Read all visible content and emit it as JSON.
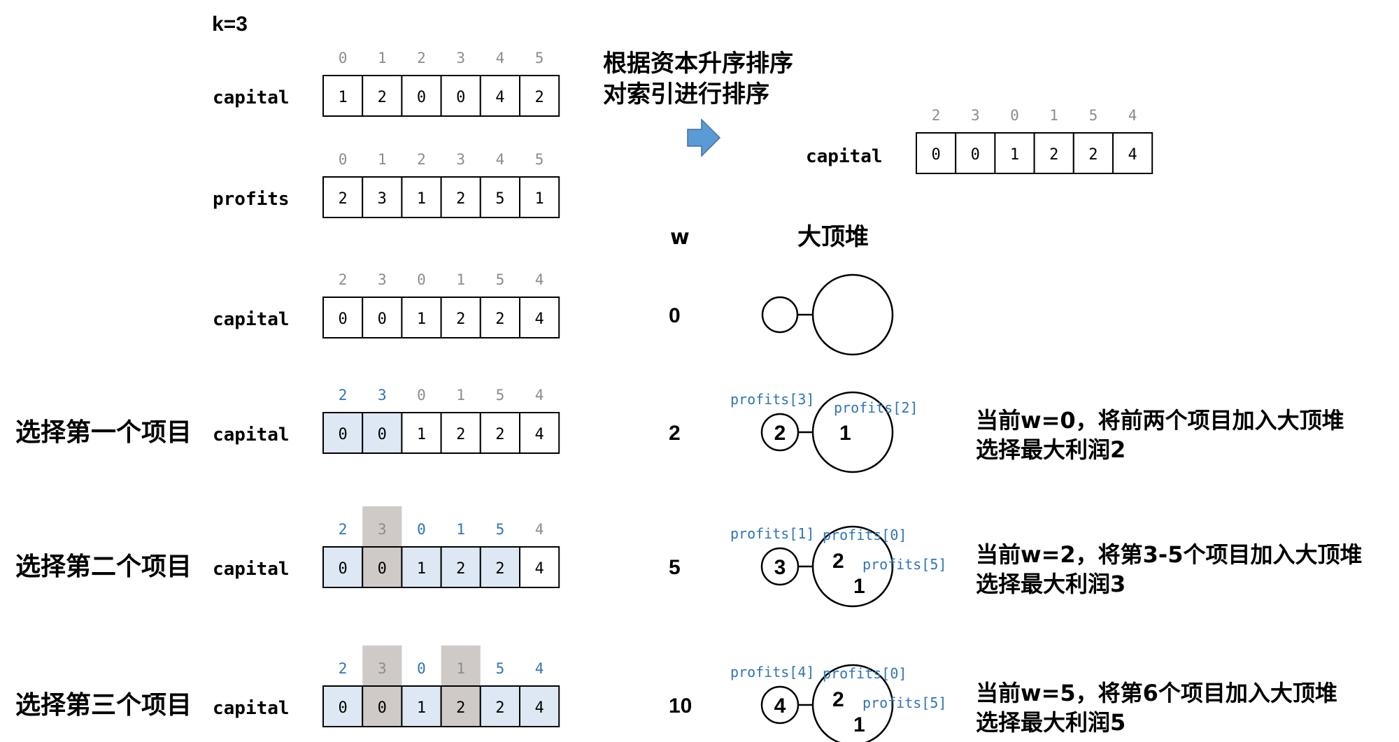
{
  "header": {
    "k_label": "k=3"
  },
  "sort_note": {
    "line1": "根据资本升序排序",
    "line2": "对索引进行排序"
  },
  "column_titles": {
    "w": "w",
    "heap": "大顶堆"
  },
  "colors": {
    "highlight_blue": "#dde8f4",
    "used_gray": "#cfcac8",
    "index_blue": "#2e75b6",
    "index_gray": "#8c8c8c",
    "arrow_blue": "#5b9bd5"
  },
  "rows": [
    {
      "label": "capital",
      "indices": [
        "0",
        "1",
        "2",
        "3",
        "4",
        "5"
      ],
      "values": [
        "1",
        "2",
        "0",
        "0",
        "4",
        "2"
      ],
      "cell_states": [
        "none",
        "none",
        "none",
        "none",
        "none",
        "none"
      ],
      "index_colors": [
        "gray",
        "gray",
        "gray",
        "gray",
        "gray",
        "gray"
      ]
    },
    {
      "label": "profits",
      "indices": [
        "0",
        "1",
        "2",
        "3",
        "4",
        "5"
      ],
      "values": [
        "2",
        "3",
        "1",
        "2",
        "5",
        "1"
      ],
      "cell_states": [
        "none",
        "none",
        "none",
        "none",
        "none",
        "none"
      ],
      "index_colors": [
        "gray",
        "gray",
        "gray",
        "gray",
        "gray",
        "gray"
      ]
    },
    {
      "label": "capital",
      "indices": [
        "2",
        "3",
        "0",
        "1",
        "5",
        "4"
      ],
      "values": [
        "0",
        "0",
        "1",
        "2",
        "2",
        "4"
      ],
      "cell_states": [
        "none",
        "none",
        "none",
        "none",
        "none",
        "none"
      ],
      "index_colors": [
        "gray",
        "gray",
        "gray",
        "gray",
        "gray",
        "gray"
      ]
    },
    {
      "label": "capital",
      "indices": [
        "2",
        "3",
        "0",
        "1",
        "5",
        "4"
      ],
      "values": [
        "0",
        "0",
        "1",
        "2",
        "2",
        "4"
      ],
      "cell_states": [
        "blue",
        "blue",
        "none",
        "none",
        "none",
        "none"
      ],
      "index_colors": [
        "blue",
        "blue",
        "gray",
        "gray",
        "gray",
        "gray"
      ]
    },
    {
      "label": "capital",
      "indices": [
        "2",
        "3",
        "0",
        "1",
        "5",
        "4"
      ],
      "values": [
        "0",
        "0",
        "1",
        "2",
        "2",
        "4"
      ],
      "cell_states": [
        "blue",
        "gray",
        "blue",
        "blue",
        "blue",
        "none"
      ],
      "index_colors": [
        "blue",
        "gray",
        "blue",
        "blue",
        "blue",
        "gray"
      ]
    },
    {
      "label": "capital",
      "indices": [
        "2",
        "3",
        "0",
        "1",
        "5",
        "4"
      ],
      "values": [
        "0",
        "0",
        "1",
        "2",
        "2",
        "4"
      ],
      "cell_states": [
        "blue",
        "gray",
        "blue",
        "gray",
        "blue",
        "blue"
      ],
      "index_colors": [
        "blue",
        "gray",
        "blue",
        "gray",
        "blue",
        "blue"
      ]
    }
  ],
  "sorted_array": {
    "label": "capital",
    "indices": [
      "2",
      "3",
      "0",
      "1",
      "5",
      "4"
    ],
    "values": [
      "0",
      "0",
      "1",
      "2",
      "2",
      "4"
    ]
  },
  "steps": [
    {
      "title": "",
      "w": "0",
      "small_circle": "",
      "small_tag": "",
      "big_top": "",
      "big_top_tag": "",
      "big_bottom": "",
      "big_bottom_tag": "",
      "note1": "",
      "note2": ""
    },
    {
      "title": "选择第一个项目",
      "w": "2",
      "small_circle": "2",
      "small_tag": "profits[3]",
      "big_top": "1",
      "big_top_tag": "profits[2]",
      "big_bottom": "",
      "big_bottom_tag": "",
      "note1": "当前w=0，将前两个项目加入大顶堆",
      "note2": "选择最大利润2"
    },
    {
      "title": "选择第二个项目",
      "w": "5",
      "small_circle": "3",
      "small_tag": "profits[1]",
      "big_top": "2",
      "big_top_tag": "profits[0]",
      "big_bottom": "1",
      "big_bottom_tag": "profits[5]",
      "note1": "当前w=2，将第3-5个项目加入大顶堆",
      "note2": "选择最大利润3"
    },
    {
      "title": "选择第三个项目",
      "w": "10",
      "small_circle": "4",
      "small_tag": "profits[4]",
      "big_top": "2",
      "big_top_tag": "profits[0]",
      "big_bottom": "1",
      "big_bottom_tag": "profits[5]",
      "note1": "当前w=5，将第6个项目加入大顶堆",
      "note2": "选择最大利润5"
    }
  ]
}
